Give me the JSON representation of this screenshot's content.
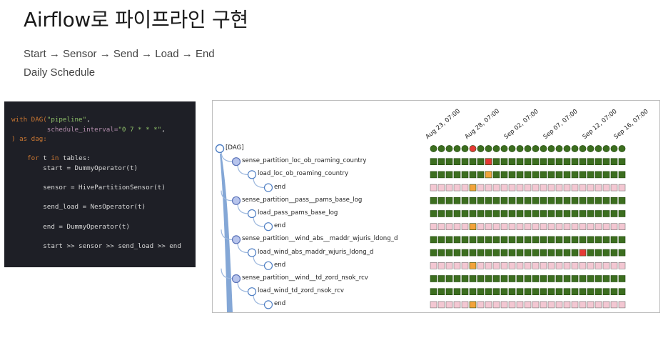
{
  "slide": {
    "title": "Airflow로 파이프라인 구현",
    "flow": "Start → Sensor → Send  → Load  → End",
    "schedule": "Daily Schedule"
  },
  "code": {
    "lines": [
      [
        [
          "with DAG(",
          "kw"
        ],
        [
          "\"pipeline\"",
          "str"
        ],
        [
          ",",
          "plain"
        ]
      ],
      [
        [
          "         schedule_interval=",
          "prm"
        ],
        [
          "\"0 7 * * *\"",
          "str"
        ],
        [
          ",",
          "plain"
        ]
      ],
      [
        [
          ") as dag:",
          "kw"
        ]
      ],
      [
        [
          "",
          "plain"
        ]
      ],
      [
        [
          "    ",
          "plain"
        ],
        [
          "for",
          "kw"
        ],
        [
          " t ",
          "plain"
        ],
        [
          "in",
          "kw"
        ],
        [
          " tables:",
          "plain"
        ]
      ],
      [
        [
          "        start = DummyOperator(t)",
          "plain"
        ]
      ],
      [
        [
          "",
          "plain"
        ]
      ],
      [
        [
          "        sensor = HivePartitionSensor(t)",
          "plain"
        ]
      ],
      [
        [
          "",
          "plain"
        ]
      ],
      [
        [
          "        send_load = NesOperator(t)",
          "plain"
        ]
      ],
      [
        [
          "",
          "plain"
        ]
      ],
      [
        [
          "        end = DummyOperator(t)",
          "plain"
        ]
      ],
      [
        [
          "",
          "plain"
        ]
      ],
      [
        [
          "        start >> sensor >> send_load >> end",
          "plain"
        ]
      ]
    ]
  },
  "grid": {
    "dates": [
      "Aug 23, 07:00",
      "Aug 28, 07:00",
      "Sep 02, 07:00",
      "Sep 07, 07:00",
      "Sep 12, 07:00",
      "Sep 16, 07:00"
    ],
    "rows": [
      {
        "label": "[DAG]",
        "level": 0,
        "node": "dag",
        "cells": "SSSSSFSSSSSSSSSSSSSSSSSSS"
      },
      {
        "label": "sense_partition_loc_ob_roaming_country",
        "level": 1,
        "node": "sensor",
        "cells": "SSSSSSSFSSSSSSSSSSSSSSSSS"
      },
      {
        "label": "load_loc_ob_roaming_country",
        "level": 2,
        "node": "task",
        "cells": "SSSSSSSUSSSSSSSSSSSSSSSSS"
      },
      {
        "label": "end",
        "level": 3,
        "node": "task",
        "cells": "PPPPPUPPPPPPPPPPPPPPPPPPP"
      },
      {
        "label": "sense_partition__pass__pams_base_log",
        "level": 1,
        "node": "sensor",
        "cells": "SSSSSSSSSSSSSSSSSSSSSSSSS"
      },
      {
        "label": "load_pass_pams_base_log",
        "level": 2,
        "node": "task",
        "cells": "SSSSSSSSSSSSSSSSSSSSSSSSS"
      },
      {
        "label": "end",
        "level": 3,
        "node": "task",
        "cells": "PPPPPUPPPPPPPPPPPPPPPPPPP"
      },
      {
        "label": "sense_partition__wind_abs__maddr_wjuris_ldong_d",
        "level": 1,
        "node": "sensor",
        "cells": "SSSSSSSSSSSSSSSSSSSSSSSSS"
      },
      {
        "label": "load_wind_abs_maddr_wjuris_ldong_d",
        "level": 2,
        "node": "task",
        "cells": "SSSSSSSSSSSSSSSSSSSFSSSSS"
      },
      {
        "label": "end",
        "level": 3,
        "node": "task",
        "cells": "PPPPPUPPPPPPPPPPPPPPPPPPP"
      },
      {
        "label": "sense_partition__wind__td_zord_nsok_rcv",
        "level": 1,
        "node": "sensor",
        "cells": "SSSSSSSSSSSSSSSSSSSSSSSSS"
      },
      {
        "label": "load_wind_td_zord_nsok_rcv",
        "level": 2,
        "node": "task",
        "cells": "SSSSSSSSSSSSSSSSSSSSSSSSS"
      },
      {
        "label": "end",
        "level": 3,
        "node": "task",
        "cells": "PPPPPUPPPPPPPPPPPPPPPPPPP"
      }
    ],
    "status_colors": {
      "S": "#3c6e1f",
      "F": "#e53935",
      "U": "#f2a33a",
      "P": "#f3c7d2"
    }
  }
}
